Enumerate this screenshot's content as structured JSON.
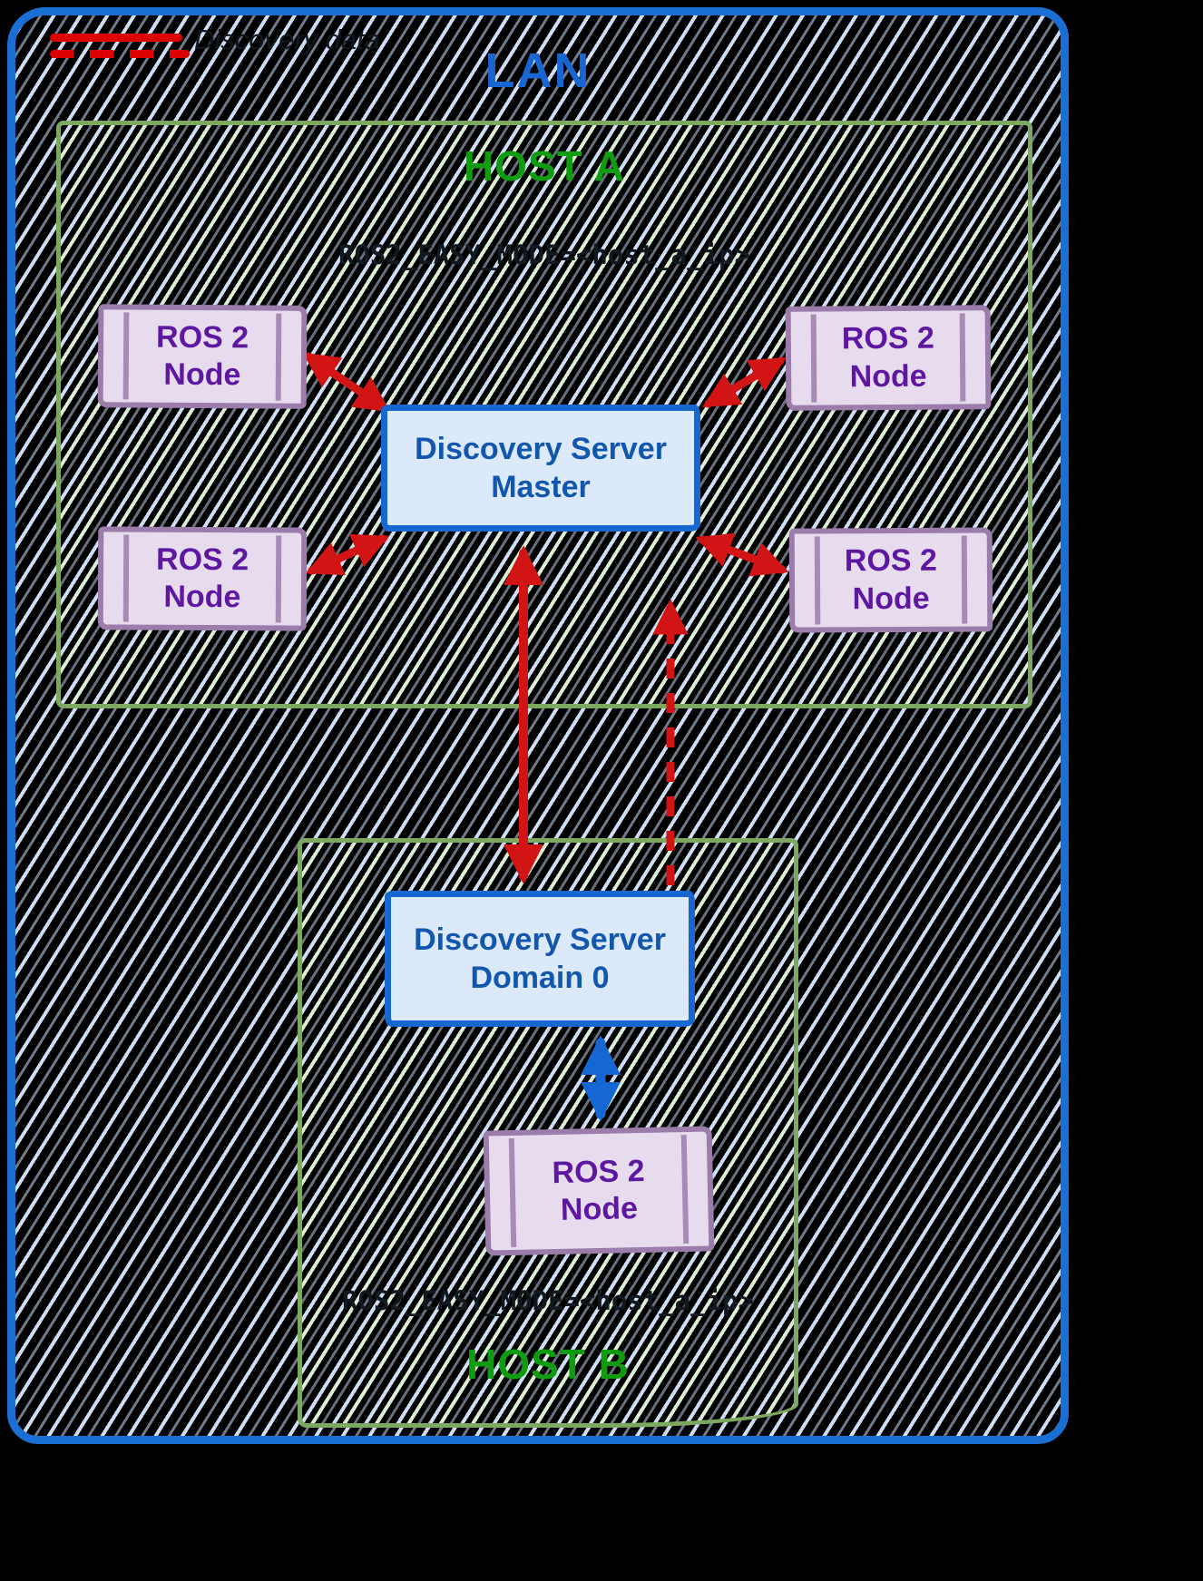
{
  "diagram_title": "LAN",
  "lan": {
    "label": "LAN"
  },
  "legend": {
    "label": "Discovery data",
    "solid_line_color": "#dc0000",
    "dashed_line_color": "#dc0000"
  },
  "host_a": {
    "label": "HOST A",
    "env": "ROS2_EASY_MODE=<host_a_ip>",
    "server": {
      "line1": "Discovery Server",
      "line2": "Master"
    },
    "nodes": [
      {
        "line1": "ROS 2",
        "line2": "Node"
      },
      {
        "line1": "ROS 2",
        "line2": "Node"
      },
      {
        "line1": "ROS 2",
        "line2": "Node"
      },
      {
        "line1": "ROS 2",
        "line2": "Node"
      }
    ]
  },
  "host_b": {
    "label": "HOST B",
    "env": "ROS2_EASY_MODE=<host_a_ip>",
    "server": {
      "line1": "Discovery Server",
      "line2": "Domain 0"
    },
    "nodes": [
      {
        "line1": "ROS 2",
        "line2": "Node"
      }
    ]
  },
  "arrows": {
    "discovery_solid_color": "#d31414",
    "discovery_dashed_color": "#d31414",
    "data_color": "#1568d4"
  },
  "colors": {
    "lan_border": "#1a6fd4",
    "lan_label": "#1766d1",
    "host_border": "#7ca95f",
    "host_label": "#0f9c0f",
    "node_fill": "#e6dcee",
    "node_border": "#9b7cab",
    "node_label": "#5e17a0",
    "server_fill": "#dce9fa",
    "server_border": "#1667d0",
    "server_label": "#1157ad",
    "discovery_arrow": "#d31414",
    "data_arrow": "#1568d4",
    "legend_line": "#dc0000",
    "env_text": "#101820",
    "hatch_blue": "#cdddf3",
    "hatch_green": "#dcedd5"
  }
}
